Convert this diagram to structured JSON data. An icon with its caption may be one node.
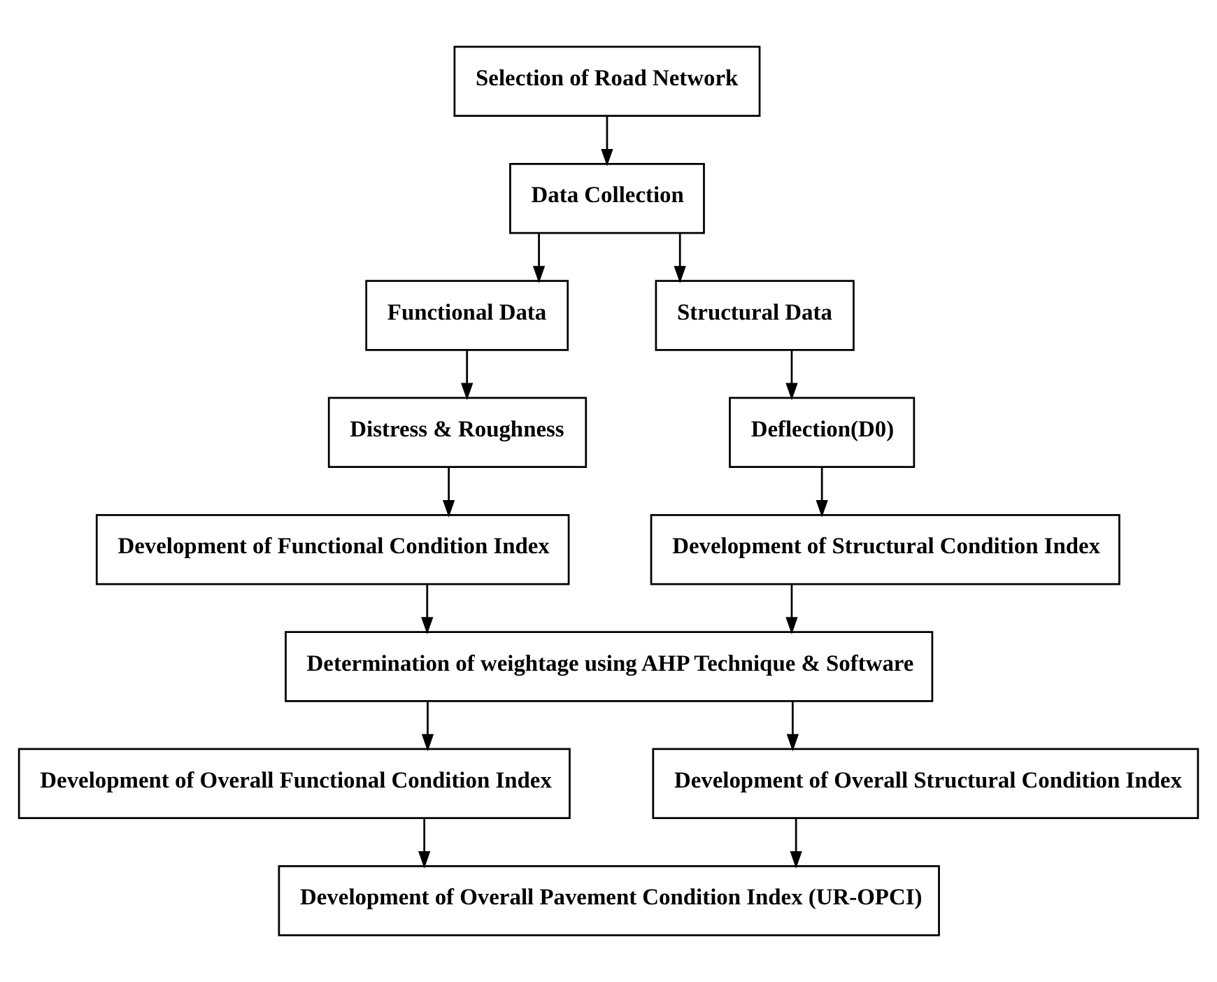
{
  "diagram": {
    "nodes": [
      {
        "text": [
          "Selection of Road Network"
        ]
      },
      {
        "text": [
          "Data Collection"
        ]
      },
      {
        "text": [
          "Functional Data"
        ]
      },
      {
        "text": [
          "Structural Data"
        ]
      },
      {
        "text": [
          "Distress & Roughness"
        ]
      },
      {
        "text": [
          "Deflection(D0)"
        ]
      },
      {
        "text": [
          "Development of Functional Condition Index"
        ]
      },
      {
        "text": [
          "Development of Structural Condition Index"
        ]
      },
      {
        "text": [
          "Determination of weightage using AHP Technique & Software"
        ]
      },
      {
        "text": [
          "Development of Overall Functional Condition Index"
        ]
      },
      {
        "text": [
          "Development of Overall Structural Condition Index"
        ]
      },
      {
        "text": [
          "Development of Overall Pavement Condition Index (UR-OPCI)"
        ]
      }
    ],
    "edges": [
      {
        "from": 0,
        "to": 1,
        "arrow": "to"
      },
      {
        "from": 1,
        "to": 2,
        "arrow": "to"
      },
      {
        "from": 1,
        "to": 3,
        "arrow": "to"
      },
      {
        "from": 2,
        "to": 4,
        "arrow": "to"
      },
      {
        "from": 3,
        "to": 5,
        "arrow": "to"
      },
      {
        "from": 4,
        "to": 6,
        "arrow": "to"
      },
      {
        "from": 5,
        "to": 7,
        "arrow": "to"
      },
      {
        "from": 6,
        "to": 8,
        "arrow": "to"
      },
      {
        "from": 7,
        "to": 8,
        "arrow": "to"
      },
      {
        "from": 8,
        "to": 9,
        "arrow": "to"
      },
      {
        "from": 8,
        "to": 10,
        "arrow": "to"
      },
      {
        "from": 9,
        "to": 11,
        "arrow": "to"
      },
      {
        "from": 10,
        "to": 11,
        "arrow": "to"
      }
    ]
  }
}
